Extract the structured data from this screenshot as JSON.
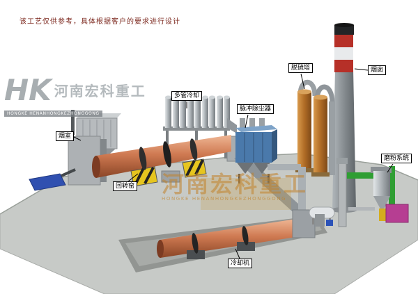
{
  "diagram": {
    "disclaimer": "该工艺仅供参考，具体根据客户的要求进行设计",
    "logo": {
      "monogram": "HK",
      "company_cn": "河南宏科重工",
      "company_en": "HONGKE HENANHONGKEZHONGGONG"
    },
    "watermark": {
      "company_cn": "河南宏科重工",
      "company_en": "HONGKE HENANHONGKEZHONGGONG"
    },
    "labels": {
      "smoke_chamber": "烟室",
      "multi_tube_cooler": "多管冷却",
      "pulse_dust_collector": "脉冲除尘器",
      "desulfurization_tower": "脱硫塔",
      "chimney": "烟囱",
      "grinding_system": "磨粉系统",
      "rotary_kiln": "回转窑",
      "cooling_machine": "冷却机"
    },
    "colors": {
      "kiln_body": "#cf7a52",
      "dust_collector_blue": "#4a79ab",
      "tower_orange": "#b06c26",
      "chimney_red": "#b63028",
      "ground_gray": "#c7cac7",
      "pipe_green": "#2f9e33",
      "mill_magenta": "#b63e92",
      "pad_blue": "#3050b0",
      "hazard_yellow": "#e6c51f"
    }
  }
}
